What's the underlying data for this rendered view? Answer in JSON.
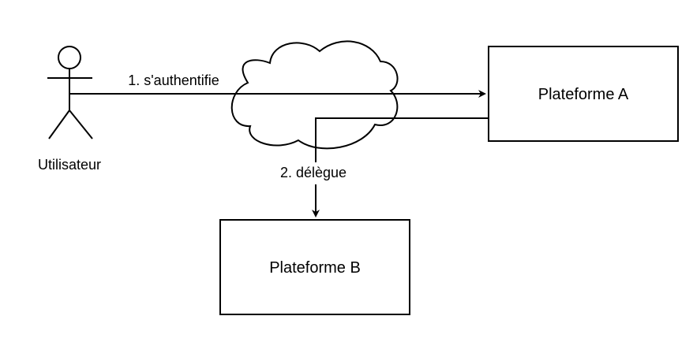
{
  "actor": {
    "label": "Utilisateur"
  },
  "nodes": {
    "platform_a": "Plateforme A",
    "platform_b": "Plateforme B"
  },
  "edges": {
    "authenticate": "1. s'authentifie",
    "delegate": "2. délègue"
  },
  "icons": {
    "actor": "stick-figure-icon",
    "cloud": "cloud-icon"
  },
  "colors": {
    "stroke": "#000000",
    "fill": "#ffffff"
  }
}
